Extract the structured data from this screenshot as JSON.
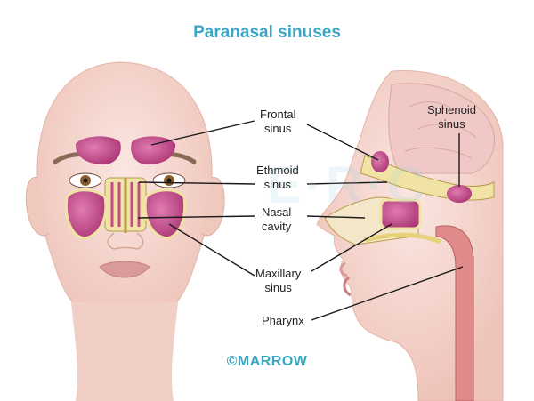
{
  "title": "Paranasal sinuses",
  "labels": {
    "frontal": [
      "Frontal",
      "sinus"
    ],
    "ethmoid": [
      "Ethmoid",
      "sinus"
    ],
    "nasal": [
      "Nasal",
      "cavity"
    ],
    "maxillary": [
      "Maxillary",
      "sinus"
    ],
    "pharynx": "Pharynx",
    "sphenoid": [
      "Sphenoid",
      "sinus"
    ]
  },
  "watermark": "©MARROW",
  "colors": {
    "title": "#3aa6c4",
    "skin": "#f6d9d2",
    "sinus": "#c44a8a",
    "bone": "#f1e3a5",
    "leader": "#1a1a1a"
  }
}
